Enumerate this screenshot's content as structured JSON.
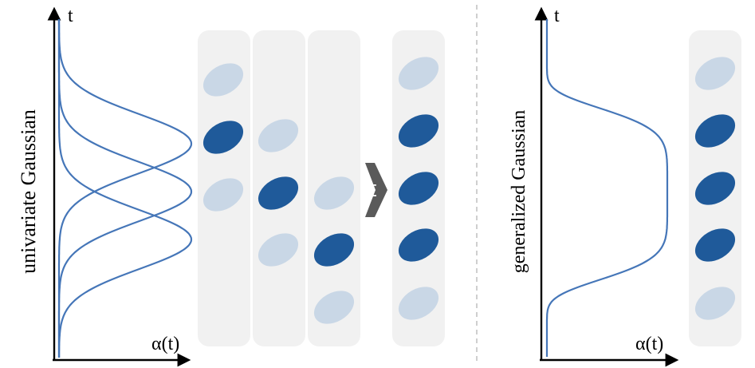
{
  "colors": {
    "curve": "#4576b8",
    "ellipse_active": "#1f5a9a",
    "ellipse_inactive": "#c9d7e6",
    "panel": "#f1f1f1",
    "sum_arrow": "#5a5a5a",
    "divider": "#b5b5b5"
  },
  "left": {
    "y_axis_label": "t",
    "x_axis_label": "α(t)",
    "side_label": "univariate Gaussian",
    "columns": [
      {
        "ellipses": [
          "inactive",
          "active",
          "inactive"
        ]
      },
      {
        "ellipses": [
          "inactive",
          "active",
          "inactive"
        ]
      },
      {
        "ellipses": [
          "inactive",
          "active",
          "inactive"
        ]
      }
    ],
    "operator_symbol": "Σ",
    "result_column": {
      "ellipses": [
        "inactive",
        "active",
        "active",
        "active",
        "inactive"
      ]
    }
  },
  "right": {
    "y_axis_label": "t",
    "x_axis_label": "α(t)",
    "side_label": "generalized Gaussian",
    "column": {
      "ellipses": [
        "inactive",
        "active",
        "active",
        "active",
        "inactive"
      ]
    }
  }
}
